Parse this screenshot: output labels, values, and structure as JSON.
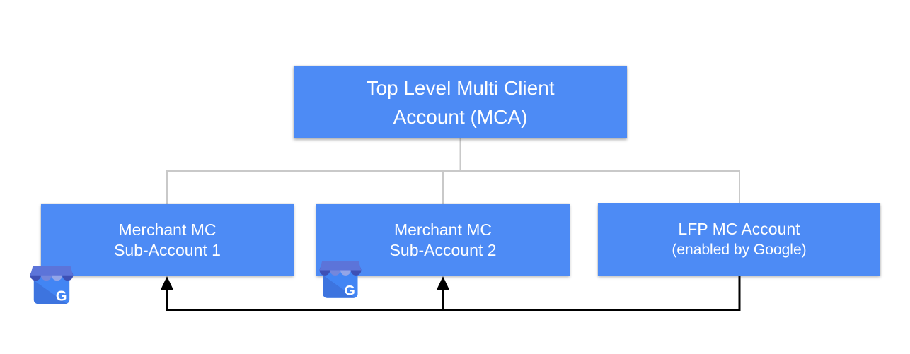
{
  "diagram": {
    "root_box": {
      "line1": "Top Level Multi Client",
      "line2": "Account (MCA)"
    },
    "sub_boxes": [
      {
        "line1": "Merchant MC",
        "line2": "Sub-Account 1"
      },
      {
        "line1": "Merchant MC",
        "line2": "Sub-Account 2"
      },
      {
        "line1": "LFP MC Account",
        "line2": "(enabled by Google)"
      }
    ],
    "icons": [
      {
        "name": "google-business-storefront",
        "letter": "G"
      },
      {
        "name": "google-business-storefront",
        "letter": "G"
      }
    ],
    "colors": {
      "box_fill": "#4d8bf5",
      "box_text": "#ffffff",
      "hierarchy_line": "#c9c9c9",
      "feed_arrow_line": "#000000",
      "icon_body": "#4285f4",
      "icon_body_fold": "#3d74df",
      "icon_awning_band": "#5c74d9",
      "icon_awning_dark": "#3d50b5",
      "icon_awning_medium": "#7487dc",
      "icon_awning_light": "#93a5e8"
    }
  }
}
